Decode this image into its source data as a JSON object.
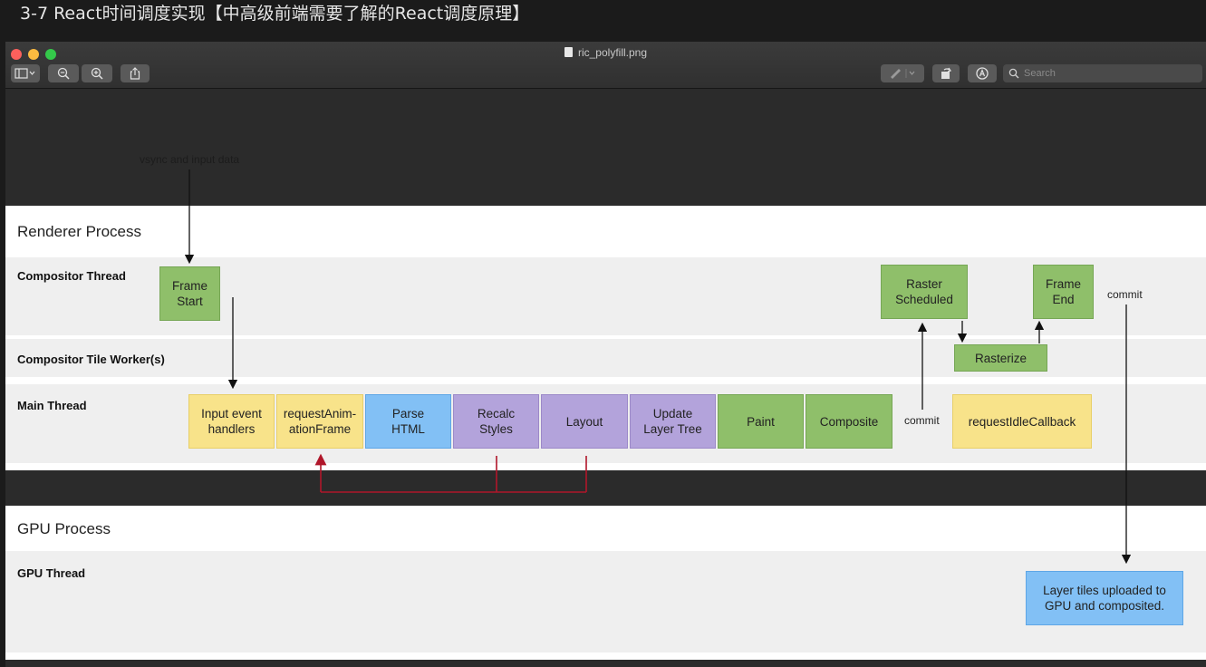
{
  "video_title": "3-7 React时间调度实现【中高级前端需要了解的React调度原理】",
  "window": {
    "title": "ric_polyfill.png",
    "search_placeholder": "Search",
    "toolbar_icons": [
      "sidebar-toggle-icon",
      "zoom-out-icon",
      "zoom-in-icon",
      "share-icon",
      "markup-pen-icon",
      "rotate-icon",
      "annotate-icon",
      "search-icon"
    ]
  },
  "diagram": {
    "vsync_label": "vsync and input data",
    "renderer_process": {
      "title": "Renderer Process",
      "compositor_thread": {
        "label": "Compositor Thread",
        "frame_start": "Frame\nStart",
        "raster_scheduled": "Raster\nScheduled",
        "frame_end": "Frame\nEnd",
        "commit_note": "commit"
      },
      "tile_workers": {
        "label": "Compositor Tile Worker(s)",
        "rasterize": "Rasterize"
      },
      "main_thread": {
        "label": "Main Thread",
        "tasks": [
          {
            "label": "Input event\nhandlers",
            "color": "#f8e38a"
          },
          {
            "label": "requestAnim-\nationFrame",
            "color": "#f8e38a"
          },
          {
            "label": "Parse\nHTML",
            "color": "#82c0f5"
          },
          {
            "label": "Recalc\nStyles",
            "color": "#b3a3db"
          },
          {
            "label": "Layout",
            "color": "#b3a3db"
          },
          {
            "label": "Update\nLayer Tree",
            "color": "#b3a3db"
          },
          {
            "label": "Paint",
            "color": "#8fbf6a"
          },
          {
            "label": "Composite",
            "color": "#8fbf6a"
          }
        ],
        "commit_note": "commit",
        "idle_callback": "requestIdleCallback"
      }
    },
    "gpu_process": {
      "title": "GPU Process",
      "gpu_thread": {
        "label": "GPU Thread",
        "layer_tiles": "Layer tiles uploaded to\nGPU and composited."
      }
    },
    "colors": {
      "green": "#8fbf6a",
      "yellow": "#f8e38a",
      "blue": "#82c0f5",
      "purple": "#b3a3db",
      "feedback_arrow": "#b0162a"
    }
  }
}
